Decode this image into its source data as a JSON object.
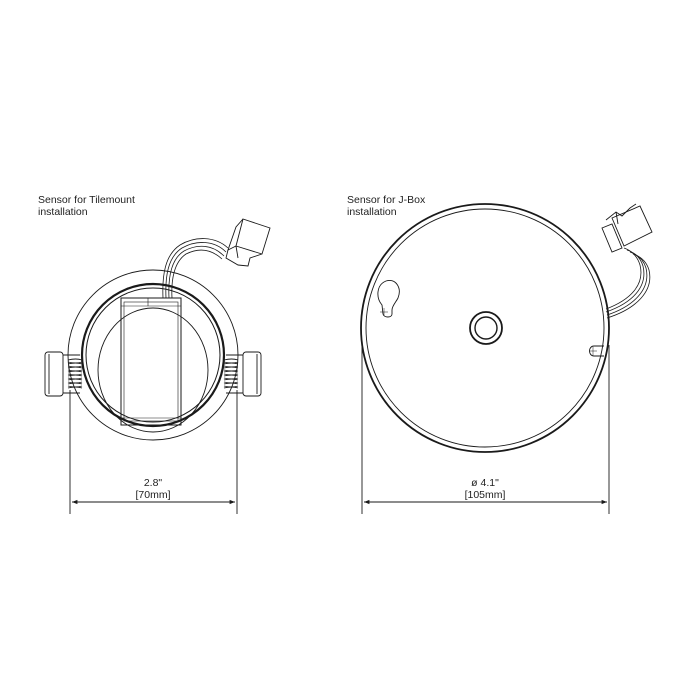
{
  "figures": [
    {
      "id": "tilemount",
      "caption_line1": "Sensor for Tilemount",
      "caption_line2": "installation",
      "dimension": {
        "imperial": "2.8\"",
        "metric": "[70mm]"
      }
    },
    {
      "id": "jbox",
      "caption_line1": "Sensor for J-Box",
      "caption_line2": "installation",
      "dimension": {
        "imperial": "ø 4.1\"",
        "metric": "[105mm]"
      }
    }
  ],
  "colors": {
    "line": "#1a1a1a",
    "thin_line": "#444444",
    "background": "#ffffff"
  }
}
